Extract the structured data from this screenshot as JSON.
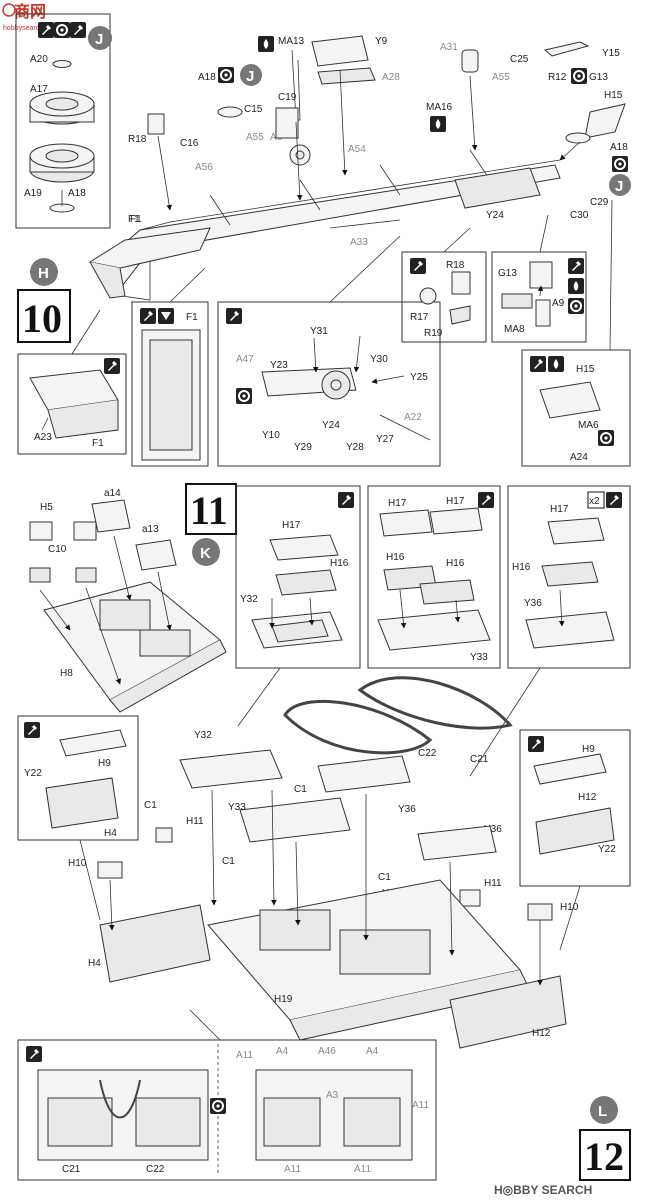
{
  "watermark": {
    "main": "商网",
    "sub": "hobbysearch.com.cn"
  },
  "brand": "H◎BBY SEARCH",
  "steps": [
    {
      "number": "10",
      "subassembly": "H"
    },
    {
      "number": "11",
      "subassembly": "K"
    },
    {
      "number": "12",
      "subassembly": "L"
    }
  ],
  "callout_letters": [
    "J",
    "J",
    "J"
  ],
  "multiplier": "x2",
  "parts": {
    "A20": "A20",
    "A17": "A17",
    "A19": "A19",
    "A18": "A18",
    "R18": "R18",
    "C16": "C16",
    "C15": "C15",
    "A56": "A56",
    "A55": "A55",
    "A6": "A6",
    "C19": "C19",
    "MA13": "MA13",
    "Y9": "Y9",
    "A28": "A28",
    "A31": "A31",
    "MA16": "MA16",
    "A54": "A54",
    "C25": "C25",
    "R12": "R12",
    "G13": "G13",
    "Y15": "Y15",
    "H15": "H15",
    "F1": "F1",
    "A33": "A33",
    "Y24": "Y24",
    "C30": "C30",
    "C29": "C29",
    "R17": "R17",
    "R19": "R19",
    "A9": "A9",
    "MA8": "MA8",
    "A23": "A23",
    "A47": "A47",
    "Y31": "Y31",
    "Y30": "Y30",
    "Y23": "Y23",
    "Y25": "Y25",
    "Y10": "Y10",
    "Y29": "Y29",
    "Y28": "Y28",
    "Y27": "Y27",
    "A22": "A22",
    "MA6": "MA6",
    "A24": "A24",
    "a14": "a14",
    "H5": "H5",
    "C10": "C10",
    "a13": "a13",
    "H8": "H8",
    "H17": "H17",
    "H16": "H16",
    "Y32": "Y32",
    "Y33": "Y33",
    "Y36": "Y36",
    "C22": "C22",
    "C21": "C21",
    "H9": "H9",
    "Y22": "Y22",
    "H4": "H4",
    "C1": "C1",
    "H11": "H11",
    "H10": "H10",
    "H12": "H12",
    "H19": "H19",
    "A11": "A11",
    "A4": "A4",
    "A46": "A46",
    "A3": "A3"
  }
}
